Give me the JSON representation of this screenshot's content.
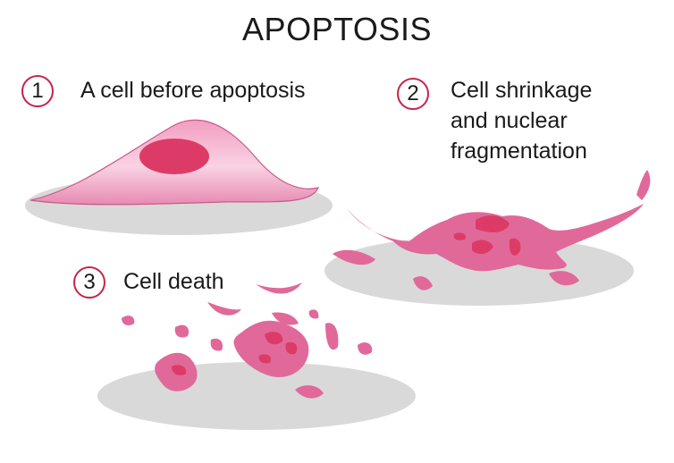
{
  "title": "APOPTOSIS",
  "colors": {
    "cytoplasm": "#e0699a",
    "nucleus": "#dd3b67",
    "cell_light": "#f7c9dd",
    "surface": "#d9d9d9",
    "badge_ring": "#c8234a"
  },
  "stages": [
    {
      "number": "1",
      "label_lines": [
        "A cell before apoptosis"
      ]
    },
    {
      "number": "2",
      "label_lines": [
        "Cell shrinkage",
        "and nuclear",
        "fragmentation"
      ]
    },
    {
      "number": "3",
      "label_lines": [
        "Cell death"
      ]
    }
  ]
}
